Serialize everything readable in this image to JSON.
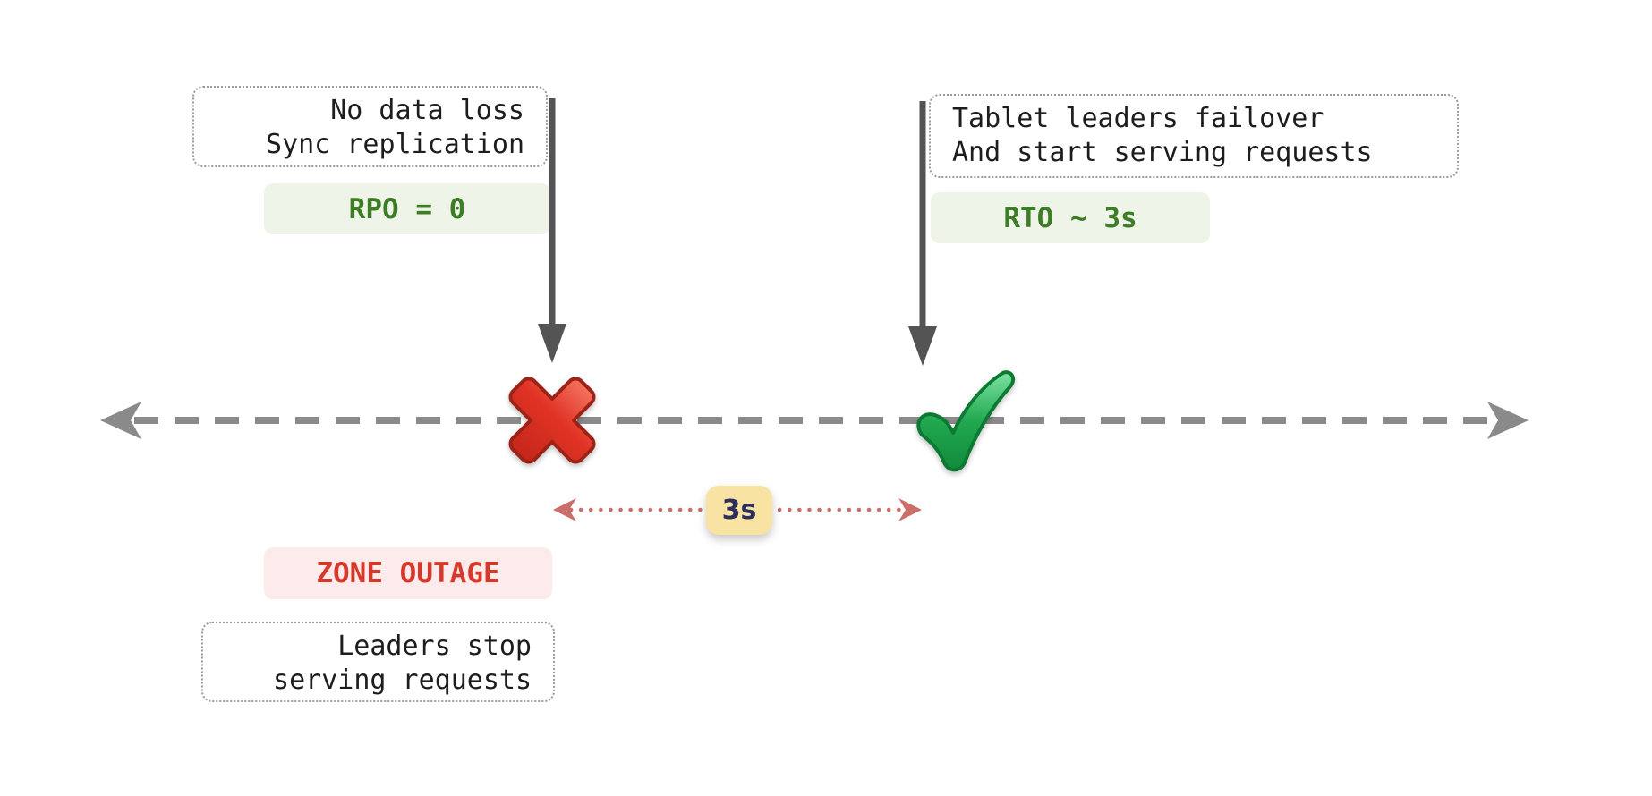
{
  "diagram": {
    "type": "timeline-illustration",
    "topic": "Zone outage recovery timeline (RPO / RTO)"
  },
  "notes": {
    "sync": {
      "line1": "No data loss",
      "line2": "Sync replication"
    },
    "failover": {
      "line1": "Tablet leaders failover",
      "line2": "And start serving requests"
    },
    "outage": {
      "line1": "Leaders stop",
      "line2": "serving requests"
    }
  },
  "badges": {
    "rpo": "RPO = 0",
    "rto": "RTO ~ 3s",
    "zone_outage": "ZONE OUTAGE",
    "interval": "3s"
  },
  "icons": {
    "outage_marker": "cross-mark",
    "recovery_marker": "check-mark"
  },
  "colors": {
    "background": "#ffffff",
    "note_border": "#9a9a9a",
    "note_text": "#1d1d1d",
    "green_badge_bg": "#eef5e8",
    "green_badge_text": "#3e7d27",
    "red_badge_bg": "#fcebea",
    "red_badge_text": "#d6392b",
    "interval_badge_bg": "#f8e3a3",
    "interval_badge_text": "#2e2e5a",
    "timeline_gray": "#8a8a8a",
    "pointer_arrow_gray": "#545454",
    "measure_arrow_red": "#cb6d68",
    "cross_red": "#e03325",
    "check_green": "#21a84f"
  }
}
